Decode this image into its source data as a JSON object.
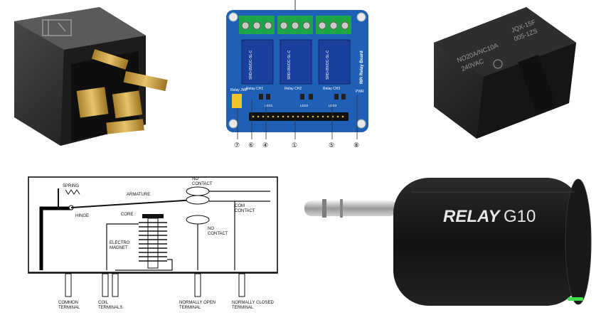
{
  "pcb": {
    "board_name": "RPi Relay Board",
    "jumper_label": "Relay JMP",
    "channel_labels": [
      "Relay CH1",
      "Relay CH2",
      "Relay CH3"
    ],
    "led_labels": [
      "LED1",
      "LED2",
      "LED3"
    ],
    "pwr_label": "PWR",
    "relay_text": [
      "SRD-05VDC-SL-C",
      "SRD-05VDC-SL-C",
      "SRD-05VDC-SL-C"
    ],
    "callouts": [
      "⑦",
      "⑥",
      "④",
      "①",
      "⑤",
      "⑧"
    ]
  },
  "black_relay": {
    "model_line1": "JQX-15F",
    "model_line2": "005-1ZS",
    "rating_line1": "NO20A/NC10A",
    "rating_line2": "240VAC"
  },
  "diagram": {
    "labels": {
      "spring": "SPRING",
      "armature": "ARMATURE",
      "no_contact_top": "NO\nCONTACT",
      "com_contact": "COM\nCONTACT",
      "hinge": "HINGE",
      "core": "CORE",
      "electro_magnet": "ELECTRO\nMAGNET",
      "no_contact_mid": "NO\nCONTACT",
      "common_terminal": "COMMON\nTERMINAL",
      "coil_terminals": "COIL\nTERMINALS",
      "normally_open_terminal": "NORMALLY OPEN\nTERMINAL",
      "normally_closed_terminal": "NORMALLY CLOSED\nTERMINAL"
    }
  },
  "wireless": {
    "brand": "RELAY",
    "model": "G10"
  },
  "colors": {
    "pcb_blue": "#1f5fb5",
    "terminal_green": "#1ea548",
    "relay_blue": "#1b3f9c",
    "brass": "#c9a146",
    "led_green": "#3fe04a"
  }
}
